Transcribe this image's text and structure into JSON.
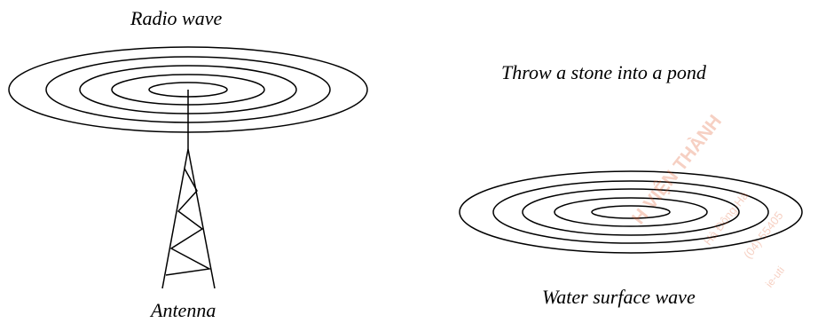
{
  "labels": {
    "radio_wave": "Radio wave",
    "throw_stone": "Throw a stone into a pond",
    "water_wave": "Water surface wave",
    "antenna": "Antenna"
  },
  "watermark": {
    "line1": "H VIỆN THÀNH",
    "line2": "Hà Đông-Hà",
    "line3": "(04) 55405",
    "line4": "ie-uti",
    "color": "#e05a2a"
  },
  "colors": {
    "stroke": "#000000",
    "background": "#ffffff"
  }
}
